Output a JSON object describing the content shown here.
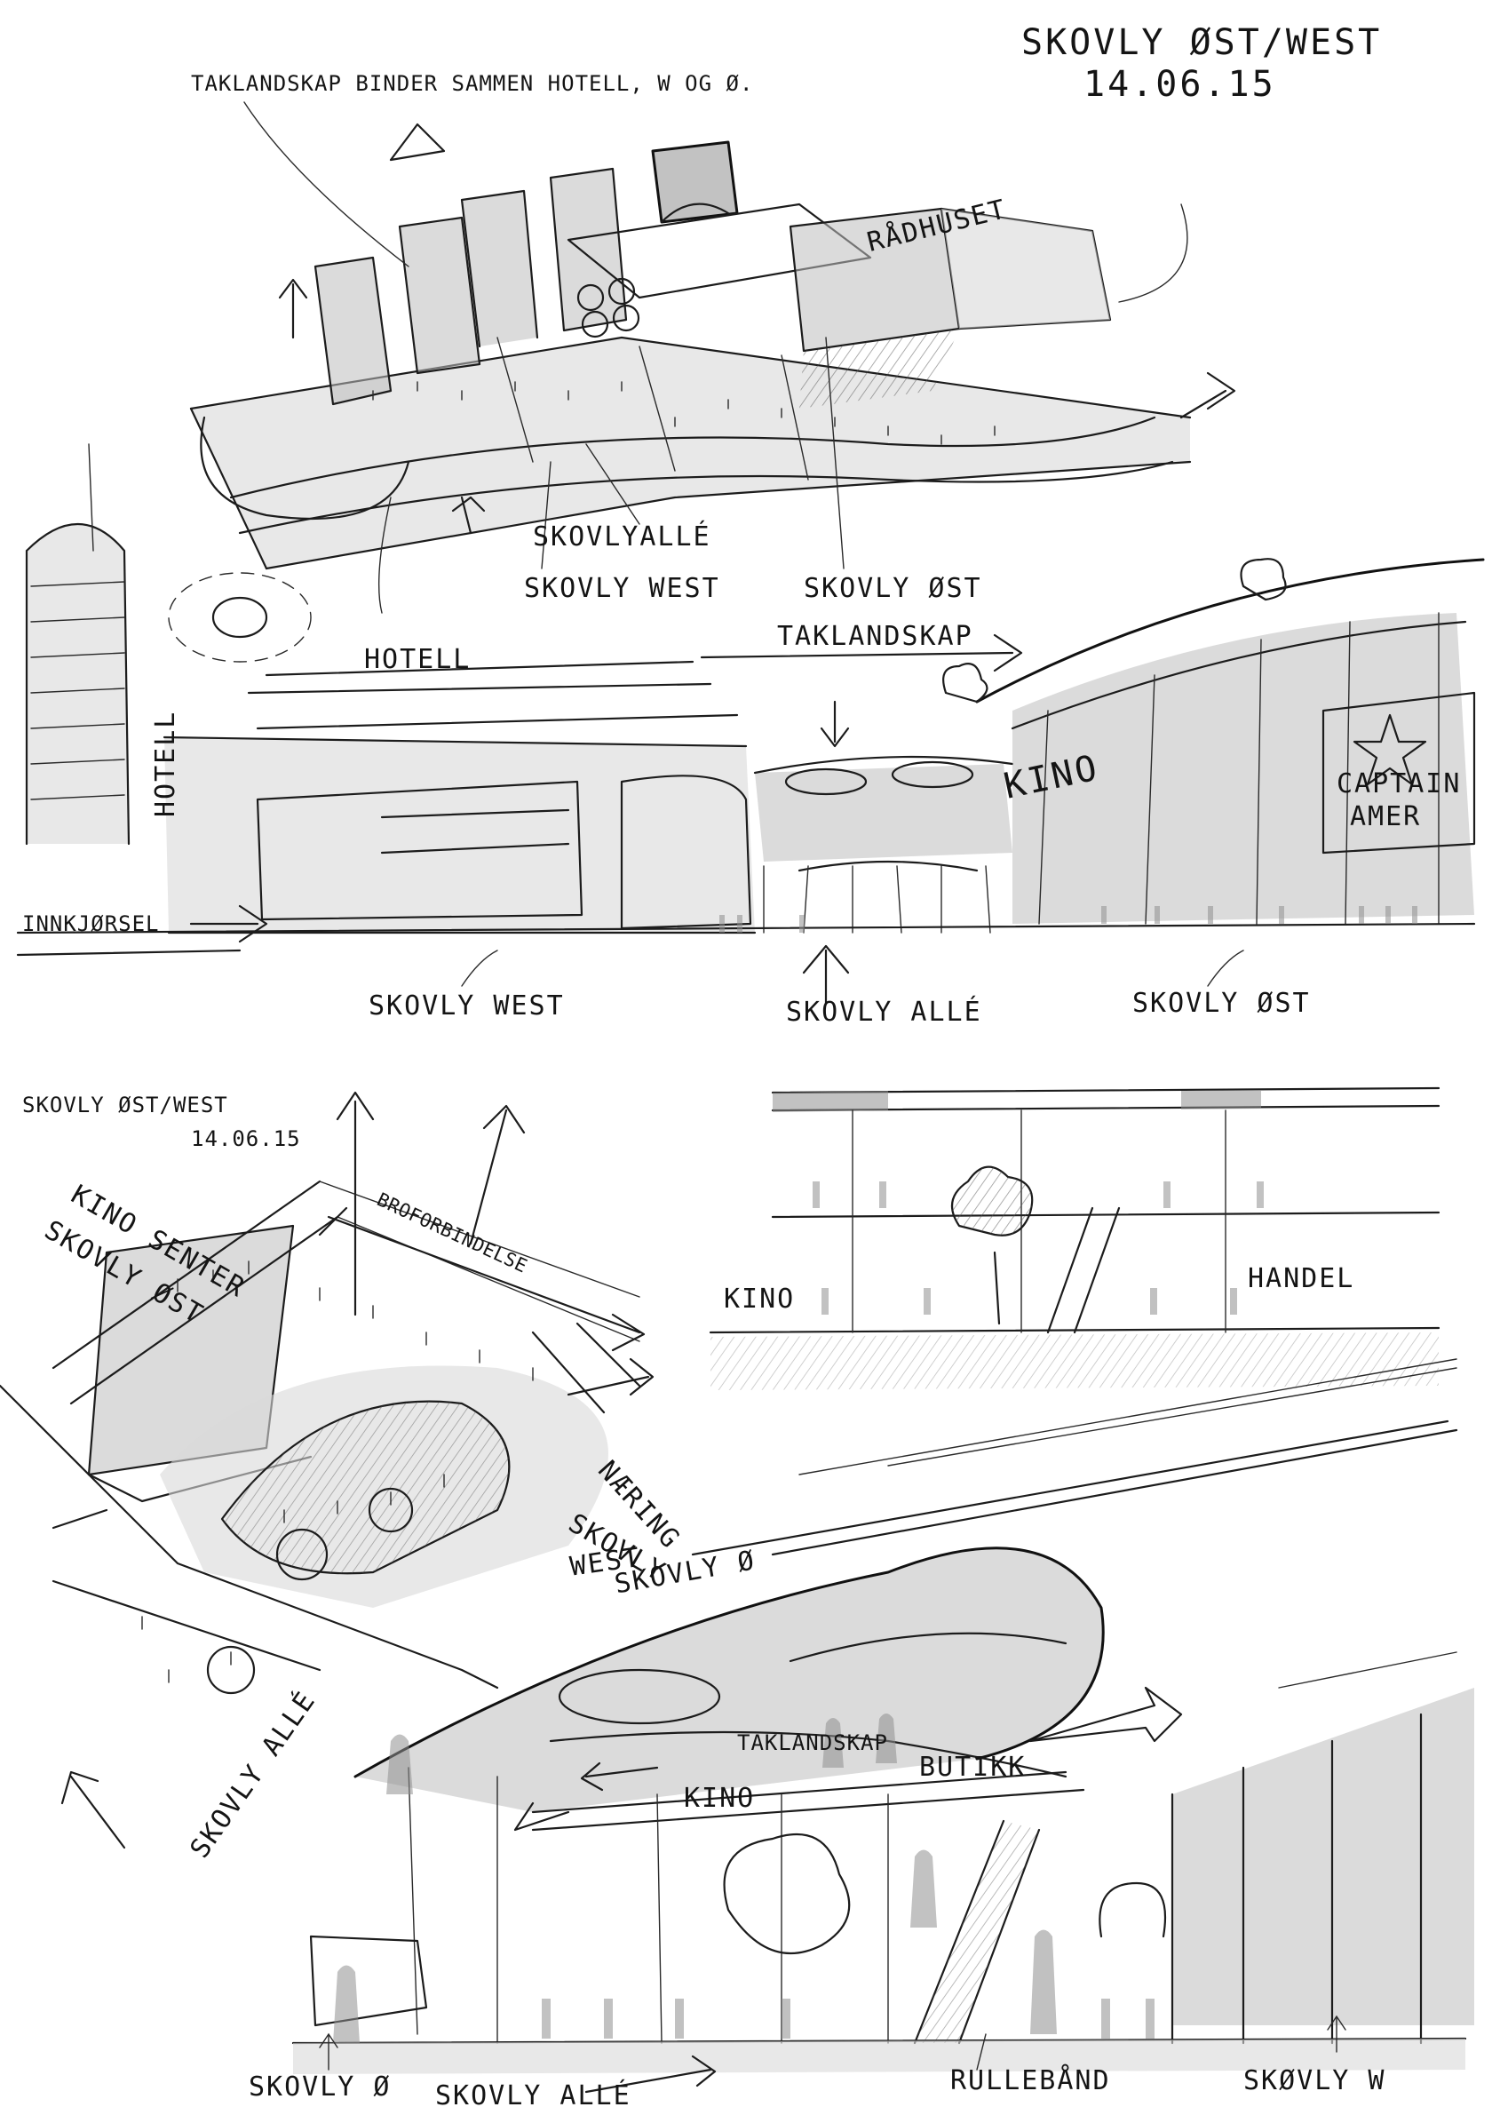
{
  "sheet_top": {
    "title": "SKOVLY ØST/WEST",
    "date": "14.06.15",
    "note": "TAKLANDSKAP BINDER SAMMEN HOTELL, W OG Ø.",
    "labels": {
      "radhuset": "RÅDHUSET",
      "skovly_alle": "SKOVLYALLÉ",
      "skovly_west": "SKOVLY WEST",
      "skovly_ost": "SKOVLY ØST",
      "hotell": "HOTELL"
    }
  },
  "sheet_middle": {
    "labels": {
      "taklandskap": "TAKLANDSKAP",
      "hotell_vertical": "HOTELL",
      "kino": "KINO",
      "captain": "CAPTAIN",
      "america": "AMER",
      "innkjorsel": "INNKJØRSEL",
      "skovly_west": "SKOVLY WEST",
      "skovly_alle": "SKOVLY ALLÉ",
      "skovly_ost": "SKOVLY ØST"
    }
  },
  "sheet_bottom": {
    "title": "SKOVLY ØST/WEST",
    "date": "14.06.15",
    "labels": {
      "kino_senter": "KINO SENTER",
      "skovly_ost_a": "SKOVLY ØST",
      "broforbindelse": "BROFORBINDELSE",
      "naering": "NÆRING",
      "skovly_west": "SKOVLY",
      "west": "WEST",
      "skovly_o_diag": "SKOVLY Ø",
      "skovly_alle_diag": "SKOVLY ALLÉ",
      "section_kino": "KINO",
      "section_handel": "HANDEL",
      "taklandskap": "TAKLANDSKAP",
      "butikk": "BUTIKK",
      "kino": "KINO",
      "skovly_o": "SKOVLY Ø",
      "skovly_alle": "SKOVLY ALLÉ",
      "rullebond": "RULLEBÅND",
      "skovly_w": "SKØVLY W"
    }
  }
}
